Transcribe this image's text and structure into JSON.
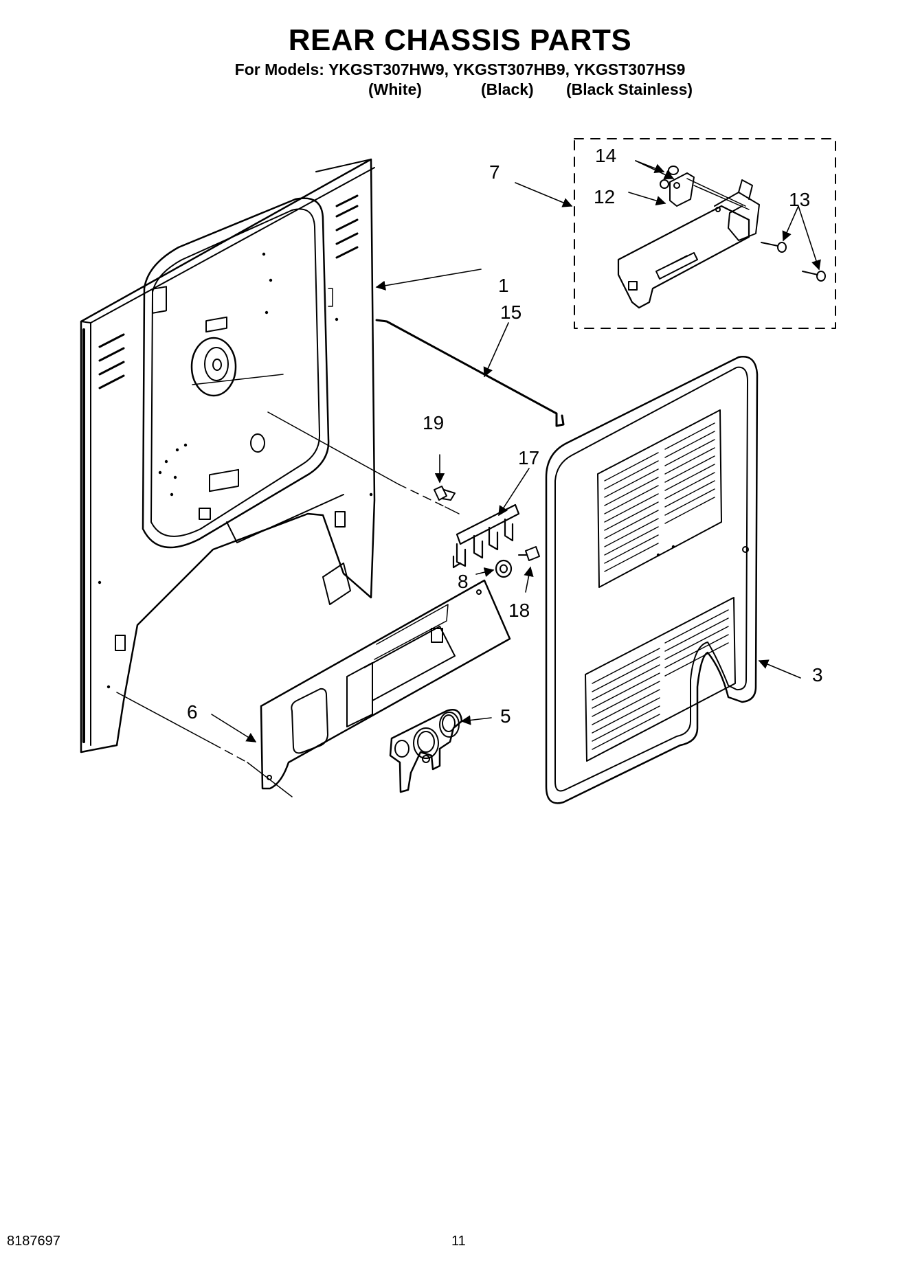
{
  "header": {
    "title": "REAR CHASSIS PARTS",
    "models_line": "For Models: YKGST307HW9, YKGST307HB9, YKGST307HS9",
    "variants": [
      "(White)",
      "(Black)",
      "(Black Stainless)"
    ]
  },
  "callouts": [
    "1",
    "3",
    "5",
    "6",
    "7",
    "8",
    "12",
    "13",
    "14",
    "15",
    "17",
    "18",
    "19"
  ],
  "footer": {
    "doc_number": "8187697",
    "page_number": "11"
  }
}
